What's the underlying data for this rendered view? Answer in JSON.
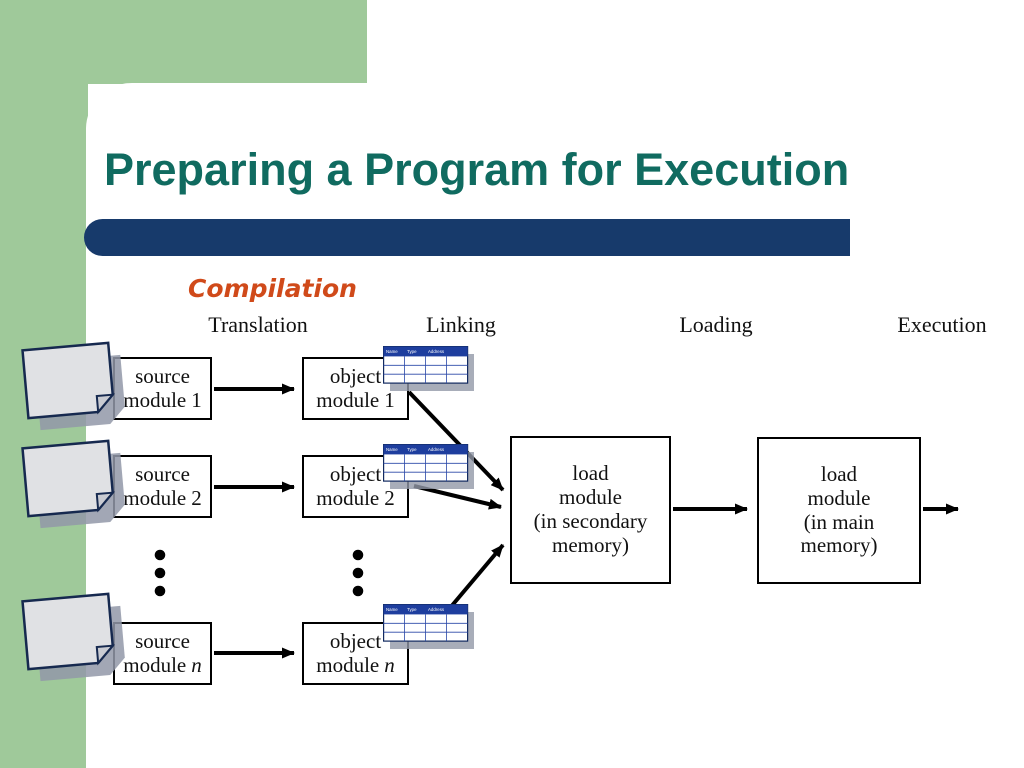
{
  "slide": {
    "title": "Preparing a Program for Execution",
    "annotation": "Compilation",
    "stage_headers": [
      "Translation",
      "Linking",
      "Loading",
      "Execution"
    ]
  },
  "diagram": {
    "source_modules": [
      {
        "line1": "source",
        "line2_prefix": "module",
        "num": "1",
        "num_class": "num"
      },
      {
        "line1": "source",
        "line2_prefix": "module",
        "num": "2",
        "num_class": "num"
      },
      {
        "line1": "source",
        "line2_prefix": "module",
        "num": "n",
        "num_class": "num it"
      }
    ],
    "object_modules": [
      {
        "line1": "object",
        "line2_prefix": "module",
        "num": "1",
        "num_class": "num"
      },
      {
        "line1": "object",
        "line2_prefix": "module",
        "num": "2",
        "num_class": "num"
      },
      {
        "line1": "object",
        "line2_prefix": "module",
        "num": "n",
        "num_class": "num it"
      }
    ],
    "load_modules": [
      {
        "label": "load\nmodule\n(in secondary\nmemory)"
      },
      {
        "label": "load\nmodule\n(in main\nmemory)"
      }
    ],
    "symbol_table": {
      "headers": [
        "Name",
        "Type",
        "Address"
      ],
      "rows": 3,
      "columns": 4
    }
  },
  "colors": {
    "accent_green": "#9fc99a",
    "bar_navy": "#173a6b",
    "title_teal": "#106b60",
    "annotation_orange": "#d04a1a",
    "table_header_blue": "#1e3e9e",
    "page_gray": "#e0e1e4",
    "shadow_gray": "#9298a8"
  }
}
